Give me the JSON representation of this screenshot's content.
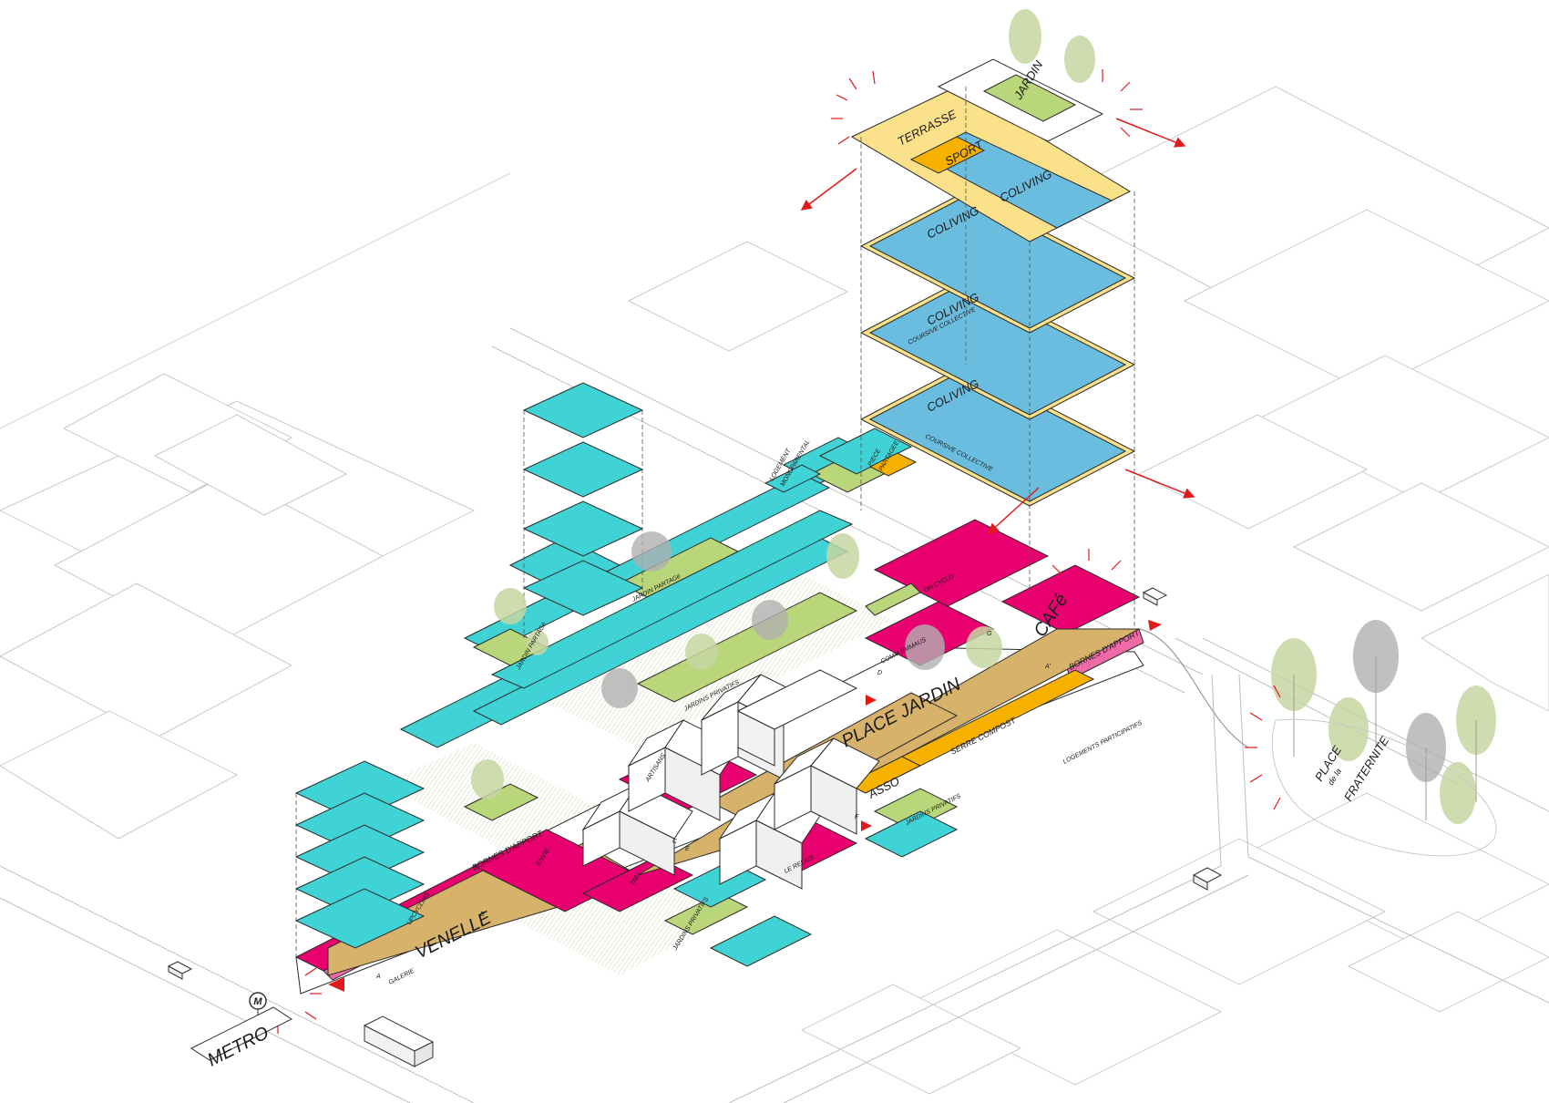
{
  "labels": {
    "jardin_top": "JARDIN",
    "terrasse": "TERRASSE",
    "sport": "SPORT",
    "coliving_1": "COLIVING",
    "coliving_2": "COLIVING",
    "coliving_3": "COLIVING",
    "coliving_4": "COLIVING",
    "coursive_1": "COURSIVE COLLECTIVE",
    "coursive_2": "COURSIVE COLLECTIVE",
    "logement_mono_1": "LOGEMENT",
    "logement_mono_2": "MONOPARENTAL",
    "piece_partagee_1": "PIECE",
    "piece_partagee_2": "PARTAGEE",
    "jardin_partage_1": "JARDIN PARTAGé",
    "jardin_partage_2": "JARDIN PARTAGé",
    "oh_cyclo": "OH CYCLO",
    "cafe": "CAFé",
    "comm_emmaus": "COMM EMMAUS",
    "bornes_apport_1": "BORNES D'APPORT",
    "bornes_apport_2": "BORNES D'APPORT",
    "jardins_privatifs_1": "JARDINS PRIVATIFS",
    "jardins_privatifs_2": "JARDINS PRIVATIFS",
    "jardins_privatifs_3": "JARDINS PRIVATIFS",
    "place_jardin": "PLACE JARDIN",
    "serre_compost": "SERRE COMPOST",
    "logements_participatifs": "LOGEMENTS PARTICIPATIFS",
    "artisans": "ARTISANS",
    "asso": "ASSO",
    "envie": "ENVIE",
    "le_relais": "LE RELAIS",
    "tae": "TAE",
    "upcycling": "UPCYCLING",
    "venelle": "VENELLE",
    "galerie": "GALERIE",
    "metro": "METRO",
    "metro_symbol": "M",
    "place_1": "PLACE",
    "place_2": "de la",
    "place_3": "FRATERNITE",
    "pt_a": "A",
    "pt_b": "B",
    "pt_c": "C",
    "pt_d": "D",
    "pt_e": "E",
    "pt_f": "F",
    "pt_g": "G",
    "pt_a2": "A'"
  },
  "colors": {
    "coliving": "#6bbde0",
    "cyan": "#3fd3d6",
    "magenta": "#e8006f",
    "pink_light": "#f06aa8",
    "yellow": "#fbe18a",
    "orange": "#f7b200",
    "green": "#b9d67a",
    "tan": "#d6b26a",
    "arrow": "#e01a1a",
    "hatch": "#e8ecd8"
  }
}
